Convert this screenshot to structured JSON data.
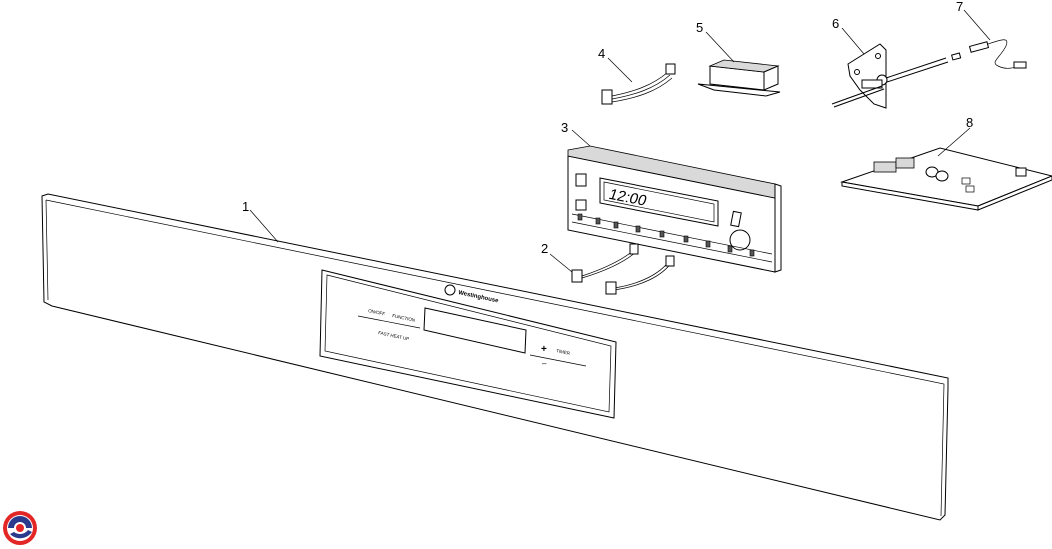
{
  "callouts": [
    {
      "id": "1",
      "label": "1"
    },
    {
      "id": "2",
      "label": "2"
    },
    {
      "id": "3",
      "label": "3"
    },
    {
      "id": "4",
      "label": "4"
    },
    {
      "id": "5",
      "label": "5"
    },
    {
      "id": "6",
      "label": "6"
    },
    {
      "id": "7",
      "label": "7"
    },
    {
      "id": "8",
      "label": "8"
    }
  ],
  "panel": {
    "brand": "Westinghouse",
    "on_off": "ON/OFF",
    "function": "FUNCTION",
    "fast_heat": "FAST HEAT UP",
    "plus": "+",
    "minus": "–",
    "timer": "TIMER"
  },
  "display": {
    "clock": "12:00"
  },
  "logo": {
    "icon": "brand-logo-icon"
  }
}
